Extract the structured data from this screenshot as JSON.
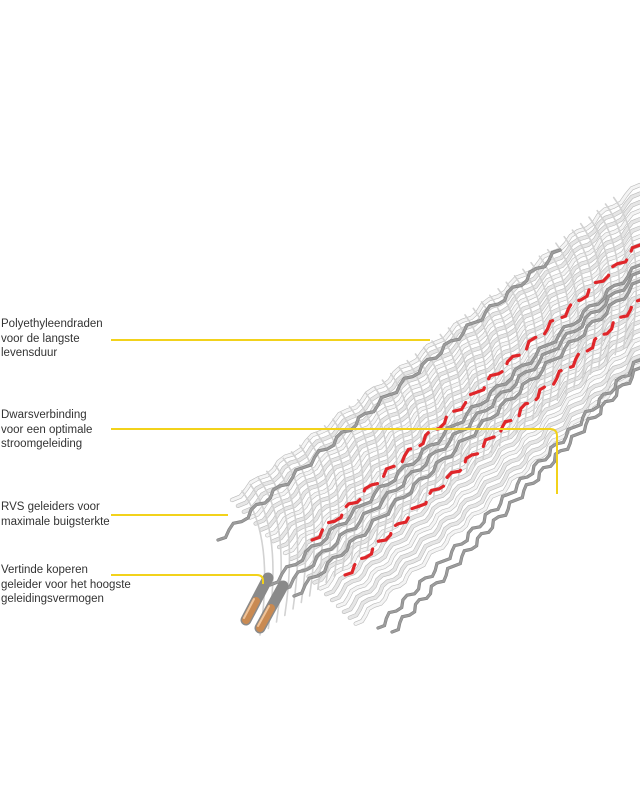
{
  "labels": {
    "polyethylene": [
      "Polyethyleendraden",
      "voor de langste",
      "levensduur"
    ],
    "cross_connection": [
      "Dwarsverbinding",
      "voor een optimale",
      "stroomgeleiding"
    ],
    "stainless": [
      "RVS geleiders voor",
      "maximale buigsterkte"
    ],
    "copper": [
      "Vertinde koperen",
      "geleider voor het hoogste",
      "geleidingsvermogen"
    ]
  },
  "colors": {
    "leader_line": "#f2d21b",
    "text": "#333333",
    "polyethylene_strand": "#e6e6e6",
    "stainless_strand": "#9c9c9c",
    "red_strand": "#e0262a",
    "copper_core": "#c98a52"
  }
}
